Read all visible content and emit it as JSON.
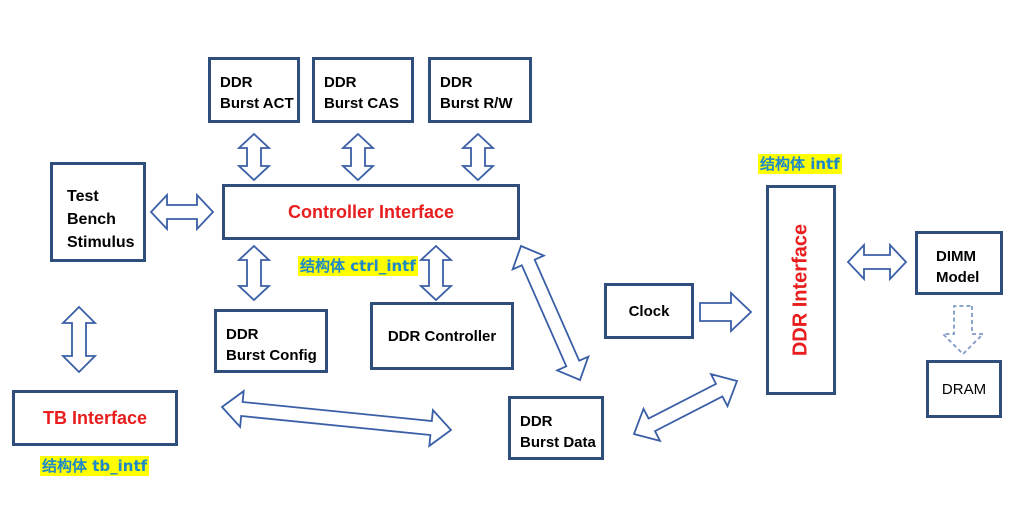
{
  "blocks": {
    "burst_act": [
      "DDR",
      "Burst ACT"
    ],
    "burst_cas": [
      "DDR",
      "Burst CAS"
    ],
    "burst_rw": [
      "DDR",
      "Burst R/W"
    ],
    "test_bench": [
      "Test",
      "Bench",
      "Stimulus"
    ],
    "controller_interface": "Controller Interface",
    "ctrl_tag": "结构体 ctrl_intf",
    "burst_config": [
      "DDR",
      "Burst Config"
    ],
    "ddr_controller": "DDR Controller",
    "clock": "Clock",
    "ddr_interface": "DDR Interface",
    "intf_tag": "结构体 intf",
    "dimm_model": [
      "DIMM",
      "Model"
    ],
    "dram": "DRAM",
    "tb_interface": "TB Interface",
    "tb_tag": "结构体 tb_intf",
    "burst_data": [
      "DDR",
      "Burst Data"
    ]
  },
  "colors": {
    "box_border": "#2F4E7C",
    "arrow_stroke": "#3A5FA6",
    "arrow_fill": "#ffffff",
    "title_red": "#E81D1D",
    "tag_bg": "#FFFF00",
    "tag_text": "#1E88C8",
    "dashed_stroke": "#7E9AC8"
  }
}
